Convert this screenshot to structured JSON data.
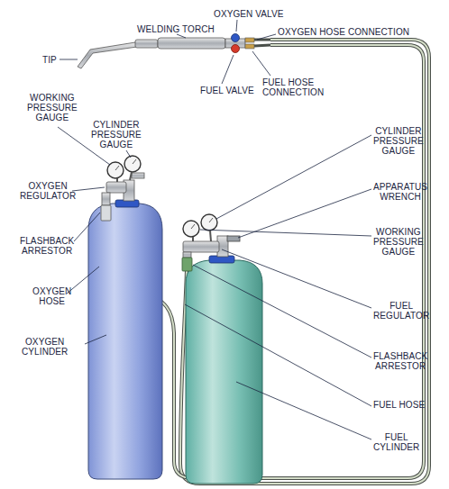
{
  "diagram": {
    "labels": [
      "OXYGEN VALVE",
      "WELDING TORCH",
      "OXYGEN HOSE CONNECTION",
      "TIP",
      "FUEL VALVE",
      "FUEL HOSE CONNECTION",
      "WORKING PRESSURE GAUGE",
      "CYLINDER PRESSURE GAUGE",
      "CYLINDER PRESSURE GAUGE",
      "OXYGEN REGULATOR",
      "APPARATUS WRENCH",
      "FLASHBACK ARRESTOR",
      "WORKING PRESSURE GAUGE",
      "OXYGEN HOSE",
      "FUEL REGULATOR",
      "OXYGEN CYLINDER",
      "FLASHBACK ARRESTOR",
      "FUEL HOSE",
      "FUEL CYLINDER"
    ]
  }
}
